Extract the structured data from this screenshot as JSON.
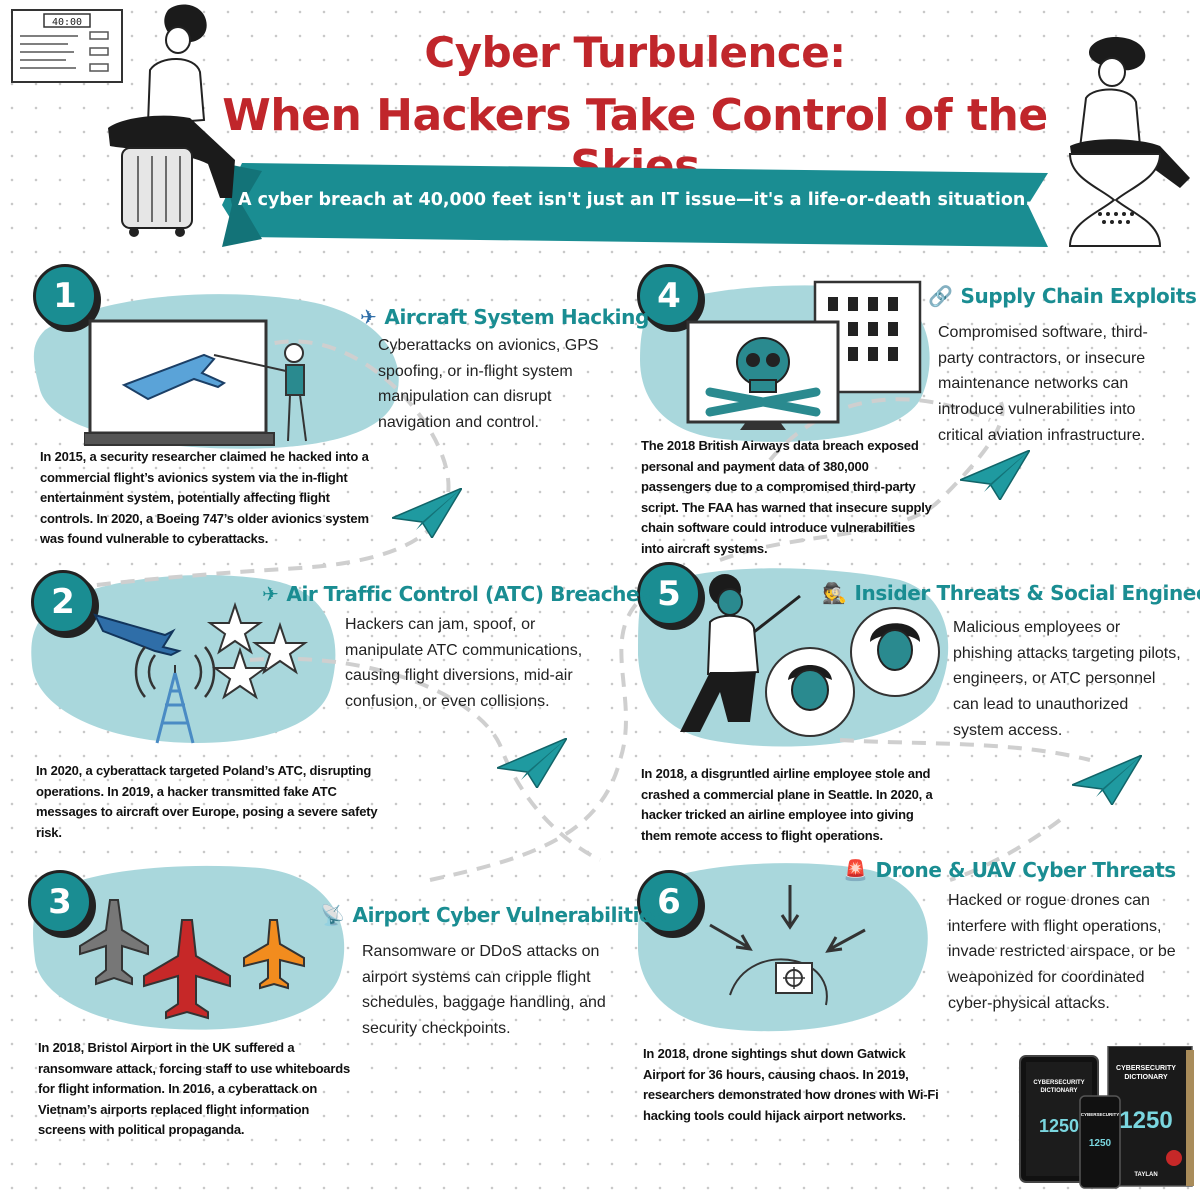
{
  "header": {
    "title_line1": "Cyber Turbulence:",
    "title_line2": "When Hackers Take Control of the Skies",
    "banner": "A cyber breach at 40,000 feet isn't just an IT issue—it's a life-or-death situation.",
    "clock_text": "40:00"
  },
  "colors": {
    "title": "#c0262b",
    "teal": "#1a8d92",
    "blob": "#a9d7dc",
    "paper": "#1f9aa0"
  },
  "sections": [
    {
      "number": "1",
      "icon": "airplane-icon",
      "title": "Aircraft System Hacking",
      "description": "Cyberattacks on avionics, GPS spoofing, or in-flight system manipulation can disrupt navigation and control.",
      "fact": "In 2015, a security researcher claimed he hacked into a commercial flight’s avionics system via the in-flight entertainment system, potentially affecting flight controls. In 2020, a Boeing 747’s older avionics system was found vulnerable to cyberattacks."
    },
    {
      "number": "2",
      "icon": "plane-departure-icon",
      "title": "Air Traffic Control (ATC) Breaches",
      "description": "Hackers can jam, spoof, or manipulate ATC communications, causing flight diversions, mid-air confusion, or even collisions.",
      "fact": "In 2020, a cyberattack targeted Poland’s ATC, disrupting operations. In 2019, a hacker transmitted fake ATC messages to aircraft over Europe, posing a severe safety risk."
    },
    {
      "number": "3",
      "icon": "satellite-dish-icon",
      "title": "Airport Cyber Vulnerabilities",
      "description": "Ransomware or DDoS attacks on airport systems can cripple flight schedules, baggage handling, and security checkpoints.",
      "fact": "In 2018, Bristol Airport in the UK suffered a ransomware attack, forcing staff to use whiteboards for flight information. In 2016, a cyberattack on Vietnam’s airports replaced flight information screens with political propaganda."
    },
    {
      "number": "4",
      "icon": "link-icon",
      "title": "Supply Chain Exploits",
      "description": "Compromised software, third-party contractors, or insecure maintenance networks can introduce vulnerabilities into critical aviation infrastructure.",
      "fact": "The 2018 British Airways data breach exposed personal and payment data of 380,000 passengers due to a compromised third-party script. The FAA has warned that insecure supply chain software could introduce vulnerabilities into aircraft systems."
    },
    {
      "number": "5",
      "icon": "detective-icon",
      "title": "Insider Threats & Social Engineering",
      "description": "Malicious employees or phishing attacks targeting pilots, engineers, or ATC personnel can lead to unauthorized system access.",
      "fact": "In 2018, a disgruntled airline employee stole and crashed a commercial plane in Seattle. In 2020, a hacker tricked an airline employee into giving them remote access to flight operations."
    },
    {
      "number": "6",
      "icon": "siren-icon",
      "title": "Drone & UAV Cyber Threats",
      "description": "Hacked or rogue drones can interfere with flight operations, invade restricted airspace, or be weaponized for coordinated cyber-physical attacks.",
      "fact": "In 2018, drone sightings shut down Gatwick Airport for 36 hours, causing chaos. In 2019, researchers demonstrated how drones with Wi-Fi hacking tools could hijack airport networks."
    }
  ],
  "book": {
    "title_line1": "CYBERSECURITY",
    "title_line2": "DICTIONARY",
    "number": "1250",
    "author": "TAYLAN"
  }
}
